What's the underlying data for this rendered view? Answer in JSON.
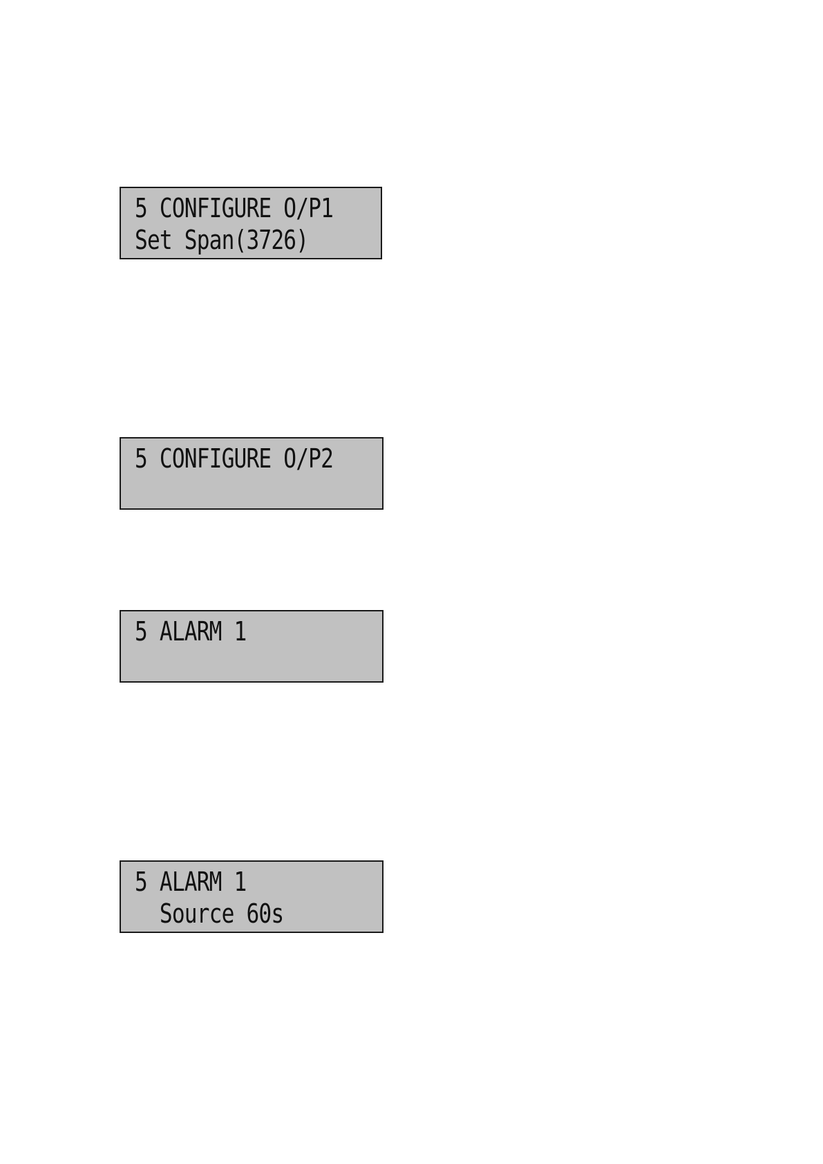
{
  "displays": [
    {
      "line1": "5 CONFIGURE O/P1",
      "line2": "Set Span(3726)"
    },
    {
      "line1": "5 CONFIGURE O/P2",
      "line2": ""
    },
    {
      "line1": "5 ALARM 1",
      "line2": ""
    },
    {
      "line1": "5 ALARM 1",
      "line2": "  Source 60s"
    }
  ],
  "colors": {
    "lcd_background": "#c1c1c1",
    "lcd_border": "#1a1a1a",
    "lcd_text": "#111111"
  }
}
